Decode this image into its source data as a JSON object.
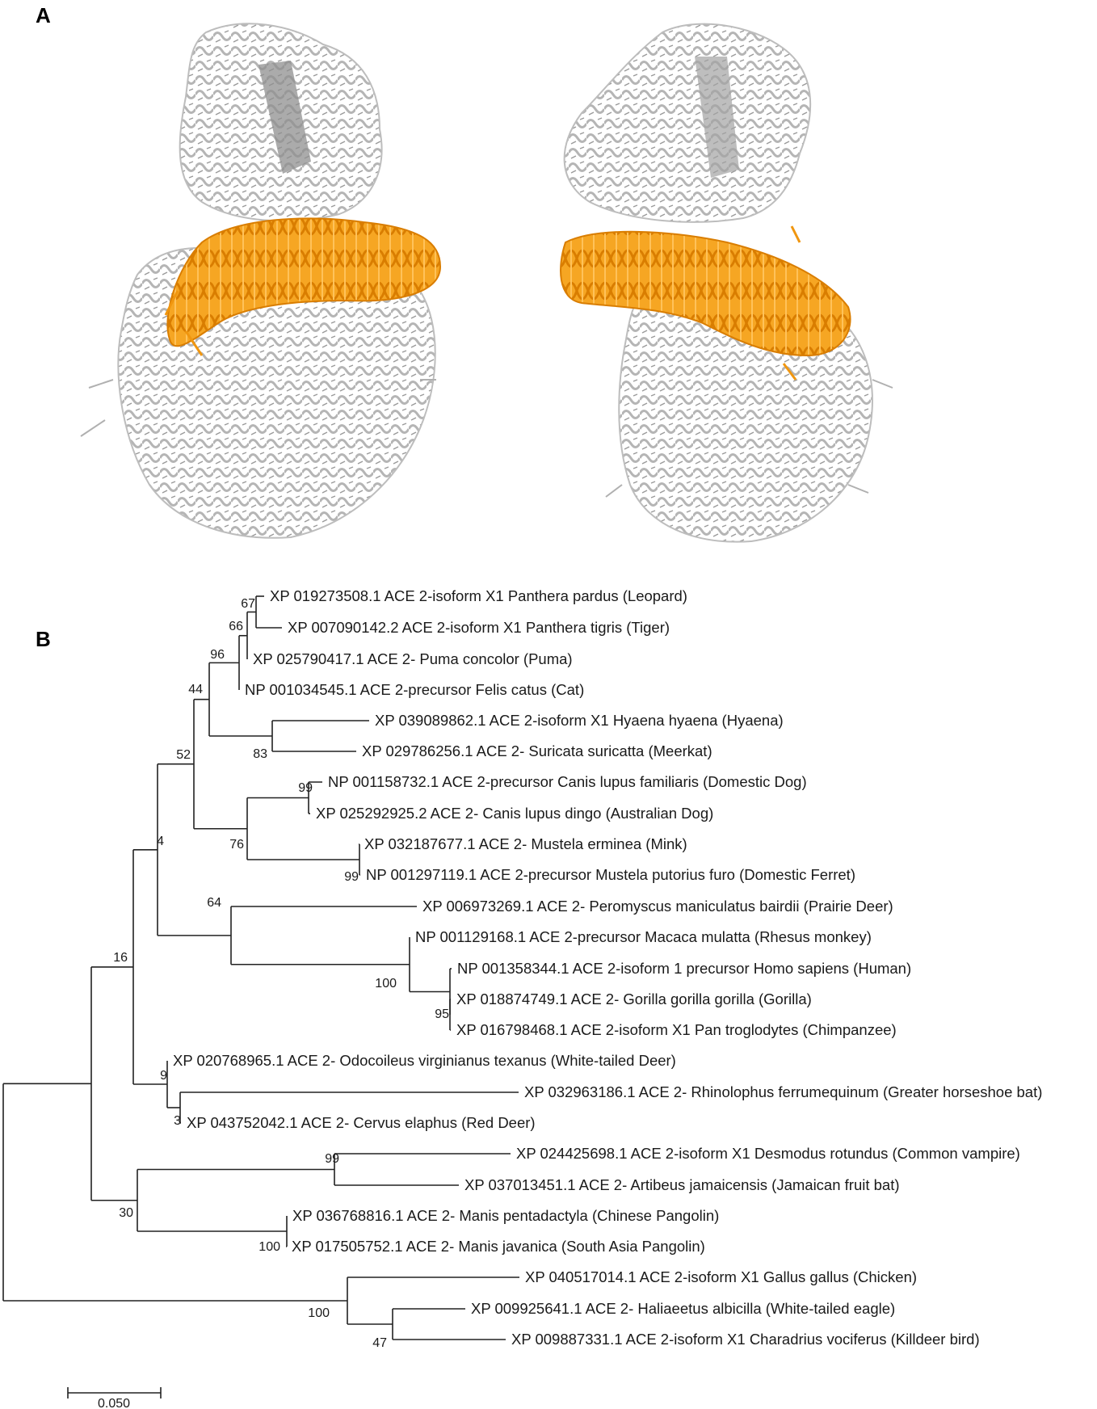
{
  "panels": {
    "a_label": "A",
    "b_label": "B"
  },
  "colors": {
    "helix_highlight": "#f0960f",
    "protein_grey": "#c8c8c8",
    "protein_dark": "#8a8a8a",
    "tree_line": "#222222"
  },
  "tree": {
    "leaves": [
      "XP 019273508.1 ACE 2-isoform X1 Panthera pardus (Leopard)",
      "XP 007090142.2 ACE 2-isoform X1 Panthera tigris (Tiger)",
      "XP 025790417.1 ACE 2- Puma concolor (Puma)",
      "NP 001034545.1 ACE 2-precursor Felis catus (Cat)",
      "XP 039089862.1 ACE 2-isoform X1 Hyaena hyaena (Hyaena)",
      "XP 029786256.1 ACE 2- Suricata suricatta (Meerkat)",
      "NP 001158732.1 ACE 2-precursor Canis lupus familiaris (Domestic Dog)",
      "XP 025292925.2 ACE 2- Canis lupus dingo (Australian Dog)",
      "XP 032187677.1 ACE 2- Mustela erminea (Mink)",
      "NP 001297119.1 ACE 2-precursor Mustela putorius furo (Domestic Ferret)",
      "XP 006973269.1 ACE 2- Peromyscus maniculatus bairdii (Prairie Deer)",
      "NP 001129168.1 ACE 2-precursor Macaca mulatta (Rhesus monkey)",
      "NP 001358344.1 ACE 2-isoform 1 precursor Homo sapiens (Human)",
      "XP 018874749.1 ACE 2- Gorilla gorilla gorilla (Gorilla)",
      "XP 016798468.1 ACE 2-isoform X1 Pan troglodytes (Chimpanzee)",
      "XP 020768965.1 ACE 2- Odocoileus virginianus texanus (White-tailed Deer)",
      "XP 032963186.1 ACE 2- Rhinolophus ferrumequinum (Greater horseshoe bat)",
      "XP 043752042.1 ACE 2- Cervus elaphus (Red Deer)",
      "XP 024425698.1 ACE 2-isoform X1 Desmodus rotundus (Common vampire)",
      "XP 037013451.1 ACE 2- Artibeus jamaicensis (Jamaican fruit bat)",
      "XP 036768816.1 ACE 2- Manis pentadactyla (Chinese Pangolin)",
      "XP 017505752.1 ACE 2- Manis javanica (South Asia Pangolin)",
      "XP 040517014.1 ACE 2-isoform X1 Gallus gallus (Chicken)",
      "XP 009925641.1 ACE 2- Haliaeetus albicilla (White-tailed eagle)",
      "XP 009887331.1 ACE 2-isoform X1 Charadrius vociferus (Killdeer bird)"
    ],
    "bootstrap": [
      "67",
      "66",
      "96",
      "44",
      "83",
      "52",
      "99",
      "76",
      "99",
      "4",
      "100",
      "95",
      "64",
      "16",
      "9",
      "3",
      "99",
      "100",
      "30",
      "100",
      "47"
    ],
    "scale_bar_label": "0.050"
  }
}
